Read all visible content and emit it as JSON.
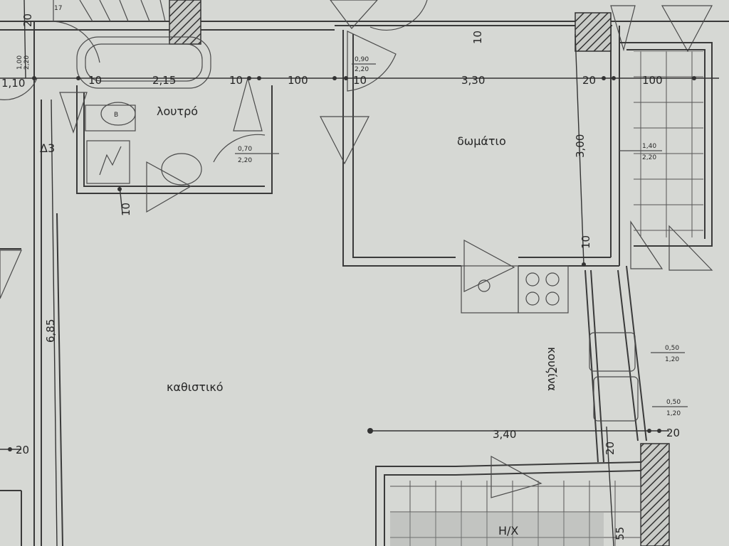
{
  "rooms": {
    "bathroom": "λουτρό",
    "bedroom": "δωμάτιο",
    "living": "καθιστικό",
    "kitchen": "κουζίνα",
    "heater": "Η/Χ",
    "d3": "Δ3"
  },
  "dims": {
    "top_110": "1,10",
    "top_10a": "10",
    "top_215": "2,15",
    "top_10b": "10",
    "top_100a": "100",
    "top_10c": "10",
    "top_330": "3,30",
    "top_20": "20",
    "top_100b": "100",
    "left_685": "6,85",
    "left_20": "20",
    "left_20_top": "20",
    "bedroom_300": "3,00",
    "bedroom_10_top": "10",
    "bedroom_10_bottom": "10",
    "bath_10_bottom": "10",
    "kitchen_340": "3,40",
    "kitchen_20_right": "20",
    "kitchen_20_vert": "20",
    "bottom_55": "55",
    "stairs_17": "17"
  },
  "window_labels": {
    "bath_top_a": "1,00",
    "bath_top_b": "2,20",
    "door_top_a": "0,90",
    "door_top_b": "2,20",
    "bath_door_a": "0,70",
    "bath_door_b": "2,20",
    "bedroom_win_a": "1,40",
    "bedroom_win_b": "2,20",
    "kitchen_win1_a": "0,50",
    "kitchen_win1_b": "1,20",
    "kitchen_win2_a": "0,50",
    "kitchen_win2_b": "1,20"
  },
  "colors": {
    "paper": "#d6d8d4",
    "ink": "#333333"
  }
}
